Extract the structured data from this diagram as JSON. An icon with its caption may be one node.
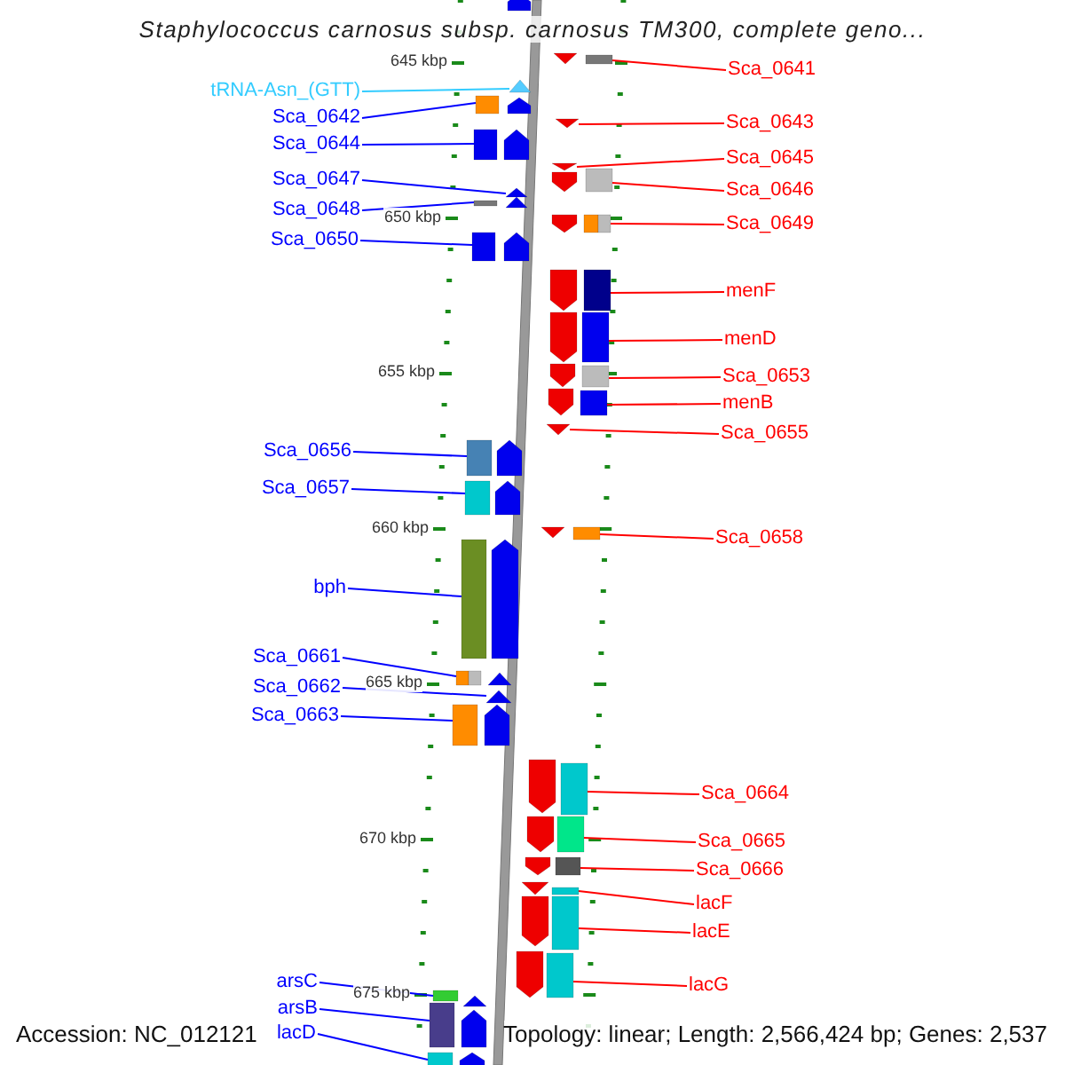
{
  "diagram": {
    "title": "Staphylococcus carnosus subsp. carnosus TM300, complete geno...",
    "nodes": [
      {
        "text": [
          "tRNA-Asn_(GTT)"
        ]
      },
      {
        "text": [
          "Sca_0642"
        ]
      },
      {
        "text": [
          "Sca_0644"
        ]
      },
      {
        "text": [
          "Sca_0647"
        ]
      },
      {
        "text": [
          "Sca_0648"
        ]
      },
      {
        "text": [
          "Sca_0650"
        ]
      },
      {
        "text": [
          "Sca_0656"
        ]
      },
      {
        "text": [
          "Sca_0657"
        ]
      },
      {
        "text": [
          "bph"
        ]
      },
      {
        "text": [
          "Sca_0661"
        ]
      },
      {
        "text": [
          "Sca_0662"
        ]
      },
      {
        "text": [
          "Sca_0663"
        ]
      },
      {
        "text": [
          "arsC"
        ]
      },
      {
        "text": [
          "arsB"
        ]
      },
      {
        "text": [
          "lacD"
        ]
      },
      {
        "text": [
          "Sca_0641"
        ]
      },
      {
        "text": [
          "Sca_0643"
        ]
      },
      {
        "text": [
          "Sca_0645"
        ]
      },
      {
        "text": [
          "Sca_0646"
        ]
      },
      {
        "text": [
          "Sca_0649"
        ]
      },
      {
        "text": [
          "menF"
        ]
      },
      {
        "text": [
          "menD"
        ]
      },
      {
        "text": [
          "Sca_0653"
        ]
      },
      {
        "text": [
          "menB"
        ]
      },
      {
        "text": [
          "Sca_0655"
        ]
      },
      {
        "text": [
          "Sca_0658"
        ]
      },
      {
        "text": [
          "Sca_0664"
        ]
      },
      {
        "text": [
          "Sca_0665"
        ]
      },
      {
        "text": [
          "Sca_0666"
        ]
      },
      {
        "text": [
          "lacF"
        ]
      },
      {
        "text": [
          "lacE"
        ]
      },
      {
        "text": [
          "lacG"
        ]
      },
      {
        "text": [],
        "shape": "arrow"
      },
      {
        "text": [],
        "shape": "arrow"
      },
      {
        "text": [],
        "shape": "arrow"
      },
      {
        "text": [],
        "shape": "arrow"
      },
      {
        "text": [],
        "shape": "arrow"
      },
      {
        "text": [],
        "shape": "arrow"
      },
      {
        "text": [],
        "shape": "arrow"
      },
      {
        "text": [],
        "shape": "arrow"
      },
      {
        "text": [],
        "shape": "arrow"
      },
      {
        "text": [],
        "shape": "arrow"
      },
      {
        "text": [],
        "shape": "arrow"
      },
      {
        "text": [],
        "shape": "arrow"
      },
      {
        "text": [],
        "shape": "arrow"
      },
      {
        "text": [],
        "shape": "arrow"
      },
      {
        "text": [],
        "shape": "arrow"
      },
      {
        "text": [],
        "shape": "arrow"
      },
      {
        "text": [],
        "shape": "arrow"
      },
      {
        "text": [],
        "shape": "arrow"
      },
      {
        "text": [],
        "shape": "arrow"
      },
      {
        "text": [],
        "shape": "arrow"
      },
      {
        "text": [],
        "shape": "arrow"
      },
      {
        "text": [],
        "shape": "arrow"
      },
      {
        "text": [],
        "shape": "arrow"
      },
      {
        "text": [],
        "shape": "arrow"
      },
      {
        "text": [],
        "shape": "arrow"
      },
      {
        "text": [],
        "shape": "arrow"
      },
      {
        "text": [],
        "shape": "arrow"
      },
      {
        "text": [],
        "shape": "arrow"
      },
      {
        "text": [],
        "shape": "arrow"
      },
      {
        "text": [],
        "shape": "arrow"
      },
      {
        "text": [],
        "shape": "arrow"
      },
      {
        "text": [],
        "shape": "arrow"
      }
    ],
    "edges": [
      {
        "from": 0,
        "to": 32,
        "arrow": "none",
        "color": "#33ccff"
      },
      {
        "from": 1,
        "to": 33,
        "arrow": "none",
        "color": "#0000ff"
      },
      {
        "from": 2,
        "to": 34,
        "arrow": "none",
        "color": "#0000ff"
      },
      {
        "from": 3,
        "to": 35,
        "arrow": "none",
        "color": "#0000ff"
      },
      {
        "from": 4,
        "to": 36,
        "arrow": "none",
        "color": "#0000ff"
      },
      {
        "from": 5,
        "to": 37,
        "arrow": "none",
        "color": "#0000ff"
      },
      {
        "from": 6,
        "to": 38,
        "arrow": "none",
        "color": "#0000ff"
      },
      {
        "from": 7,
        "to": 39,
        "arrow": "none",
        "color": "#0000ff"
      },
      {
        "from": 8,
        "to": 40,
        "arrow": "none",
        "color": "#0000ff"
      },
      {
        "from": 9,
        "to": 41,
        "arrow": "none",
        "color": "#0000ff"
      },
      {
        "from": 10,
        "to": 42,
        "arrow": "none",
        "color": "#0000ff"
      },
      {
        "from": 11,
        "to": 43,
        "arrow": "none",
        "color": "#0000ff"
      },
      {
        "from": 12,
        "to": 44,
        "arrow": "none",
        "color": "#0000ff"
      },
      {
        "from": 13,
        "to": 45,
        "arrow": "none",
        "color": "#0000ff"
      },
      {
        "from": 14,
        "to": 46,
        "arrow": "none",
        "color": "#0000ff"
      },
      {
        "from": 15,
        "to": 47,
        "arrow": "none"
      },
      {
        "from": 16,
        "to": 48,
        "arrow": "none"
      },
      {
        "from": 17,
        "to": 49,
        "arrow": "none"
      },
      {
        "from": 18,
        "to": 50,
        "arrow": "none"
      },
      {
        "from": 19,
        "to": 51,
        "arrow": "none"
      },
      {
        "from": 20,
        "to": 52,
        "arrow": "none"
      },
      {
        "from": 21,
        "to": 53,
        "arrow": "none"
      },
      {
        "from": 22,
        "to": 54,
        "arrow": "none"
      },
      {
        "from": 23,
        "to": 55,
        "arrow": "none"
      },
      {
        "from": 24,
        "to": 56,
        "arrow": "none"
      },
      {
        "from": 25,
        "to": 57,
        "arrow": "none"
      },
      {
        "from": 26,
        "to": 58,
        "arrow": "none"
      },
      {
        "from": 27,
        "to": 59,
        "arrow": "none"
      },
      {
        "from": 28,
        "to": 60,
        "arrow": "none"
      },
      {
        "from": 29,
        "to": 61,
        "arrow": "none"
      },
      {
        "from": 30,
        "to": 62,
        "arrow": "none"
      },
      {
        "from": 31,
        "to": 63,
        "arrow": "none"
      }
    ],
    "labels": [
      "645 kbp",
      "650 kbp",
      "655 kbp",
      "660 kbp",
      "665 kbp",
      "670 kbp",
      "675 kbp",
      "Accession: NC_012121",
      "Topology: linear; Length: 2,566,424 bp; Genes: 2,537"
    ]
  }
}
